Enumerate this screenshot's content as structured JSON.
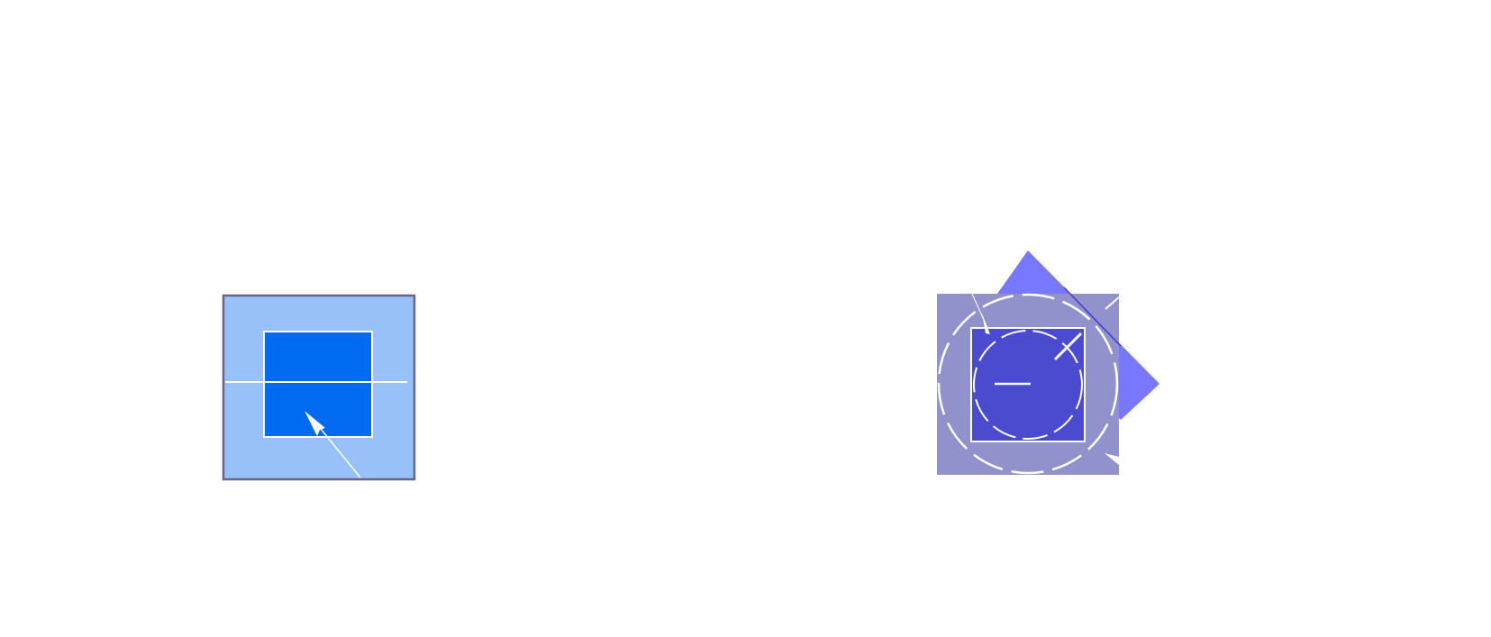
{
  "canvas": {
    "background": "#ffffff"
  },
  "colors": {
    "left_outer_fill": "#99c1f9",
    "left_outer_stroke": "#6b6585",
    "left_inner_fill": "#006af1",
    "right_outer_fill": "#9191cc",
    "right_triangle_fill": "#7777ff",
    "right_inner_fill": "#4b4bd0",
    "mark_stroke": "#ffffff",
    "diagonal_line": "#3b3bd8"
  },
  "shapes": {
    "left_group": [
      "outer-square",
      "inner-square",
      "horizontal-line",
      "arrow"
    ],
    "right_group": [
      "outer-square",
      "triangle",
      "outer-dashed-circle",
      "inner-square",
      "inner-dashed-circle",
      "minus-mark",
      "diagonal-mark",
      "diagonal-line",
      "corner-tick"
    ]
  }
}
